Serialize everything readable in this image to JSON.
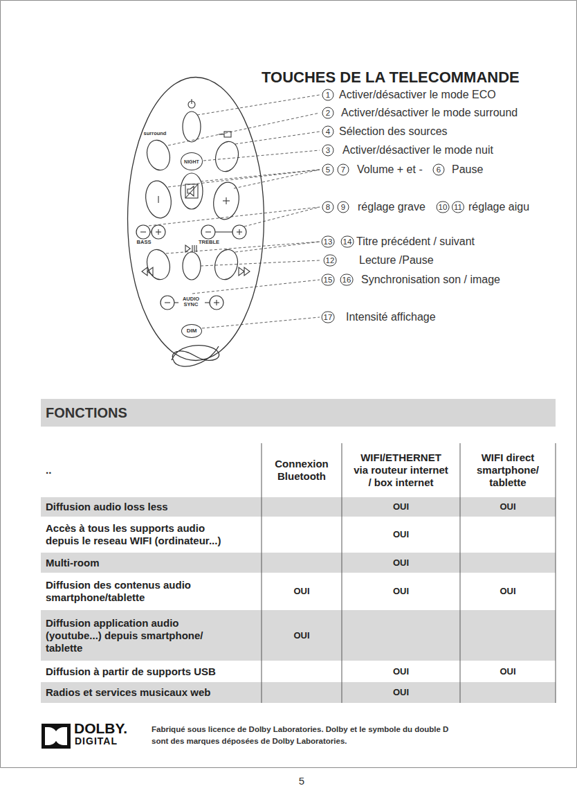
{
  "diagram": {
    "title": "TOUCHES DE LA TELECOMMANDE",
    "nodes": [
      {
        "text": [
          "surround",
          "BASS",
          "TREBLE",
          "AUDIO SYNC"
        ]
      },
      {
        "text": [
          "NIGHT"
        ],
        "in": 0
      },
      {
        "text": [
          "DIM"
        ],
        "in": 0
      },
      {
        "text": [
          "FONCTIONS"
        ]
      }
    ],
    "labels": [
      "1",
      "Activer/désactiver le mode ECO",
      "2",
      "Activer/désactiver le mode surround",
      "4",
      "Sélection des sources",
      "3",
      "Activer/désactiver le mode nuit",
      "5",
      "7",
      "Volume + et -",
      "6",
      "Pause",
      "8",
      "9",
      "réglage grave",
      "10",
      "11",
      "réglage aigu",
      "13",
      "14",
      "Titre précédent / suivant",
      "12",
      "Lecture /Pause",
      "15",
      "16",
      "Synchronisation son / image",
      "17",
      "Intensité affichage",
      "..",
      "Connexion Bluetooth",
      "WIFI/ETHERNET via routeur internet / box internet",
      "WIFI direct smartphone/ tablette",
      "Diffusion audio loss less",
      "OUI",
      "OUI",
      "Accès à tous les supports audio depuis le reseau WIFI (ordinateur...)",
      "OUI",
      "Multi-room",
      "OUI",
      "Diffusion des contenus audio smartphone/tablette",
      "OUI",
      "OUI",
      "OUI",
      "Diffusion application audio (youtube...) depuis smartphone/ tablette",
      "OUI",
      "Diffusion à partir de supports USB",
      "OUI",
      "OUI",
      "Radios et services musicaux web",
      "OUI",
      "DOLBY.",
      "DIGITAL",
      "Fabriqué sous licence de Dolby Laboratories. Dolby et le symbole du double D sont des marques déposées de Dolby Laboratories.",
      "5"
    ]
  }
}
